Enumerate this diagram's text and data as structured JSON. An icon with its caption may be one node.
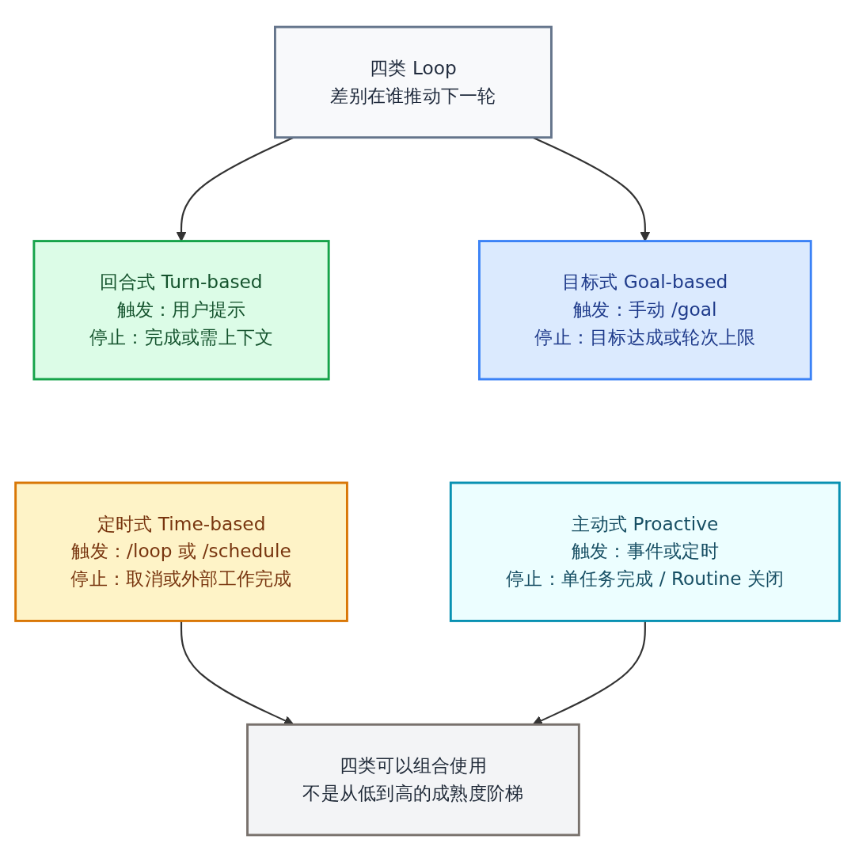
{
  "diagram": {
    "nodes": [
      {
        "text": [
          "四类 Loop",
          "差别在谁推动下一轮"
        ]
      },
      {
        "text": [
          "回合式 Turn-based",
          "触发：用户提示",
          "停止：完成或需上下文"
        ]
      },
      {
        "text": [
          "目标式 Goal-based",
          "触发：手动 /goal",
          "停止：目标达成或轮次上限"
        ]
      },
      {
        "text": [
          "定时式 Time-based",
          "触发：/loop 或 /schedule",
          "停止：取消或外部工作完成"
        ]
      },
      {
        "text": [
          "主动式 Proactive",
          "触发：事件或定时",
          "停止：单任务完成 / Routine 关闭"
        ]
      },
      {
        "text": [
          "四类可以组合使用",
          "不是从低到高的成熟度阶梯"
        ]
      }
    ],
    "edges": [
      {
        "from": 0,
        "to": 1,
        "arrow": "to"
      },
      {
        "from": 0,
        "to": 2,
        "arrow": "to"
      },
      {
        "from": 3,
        "to": 5,
        "arrow": "to"
      },
      {
        "from": 4,
        "to": 5,
        "arrow": "to"
      }
    ]
  }
}
